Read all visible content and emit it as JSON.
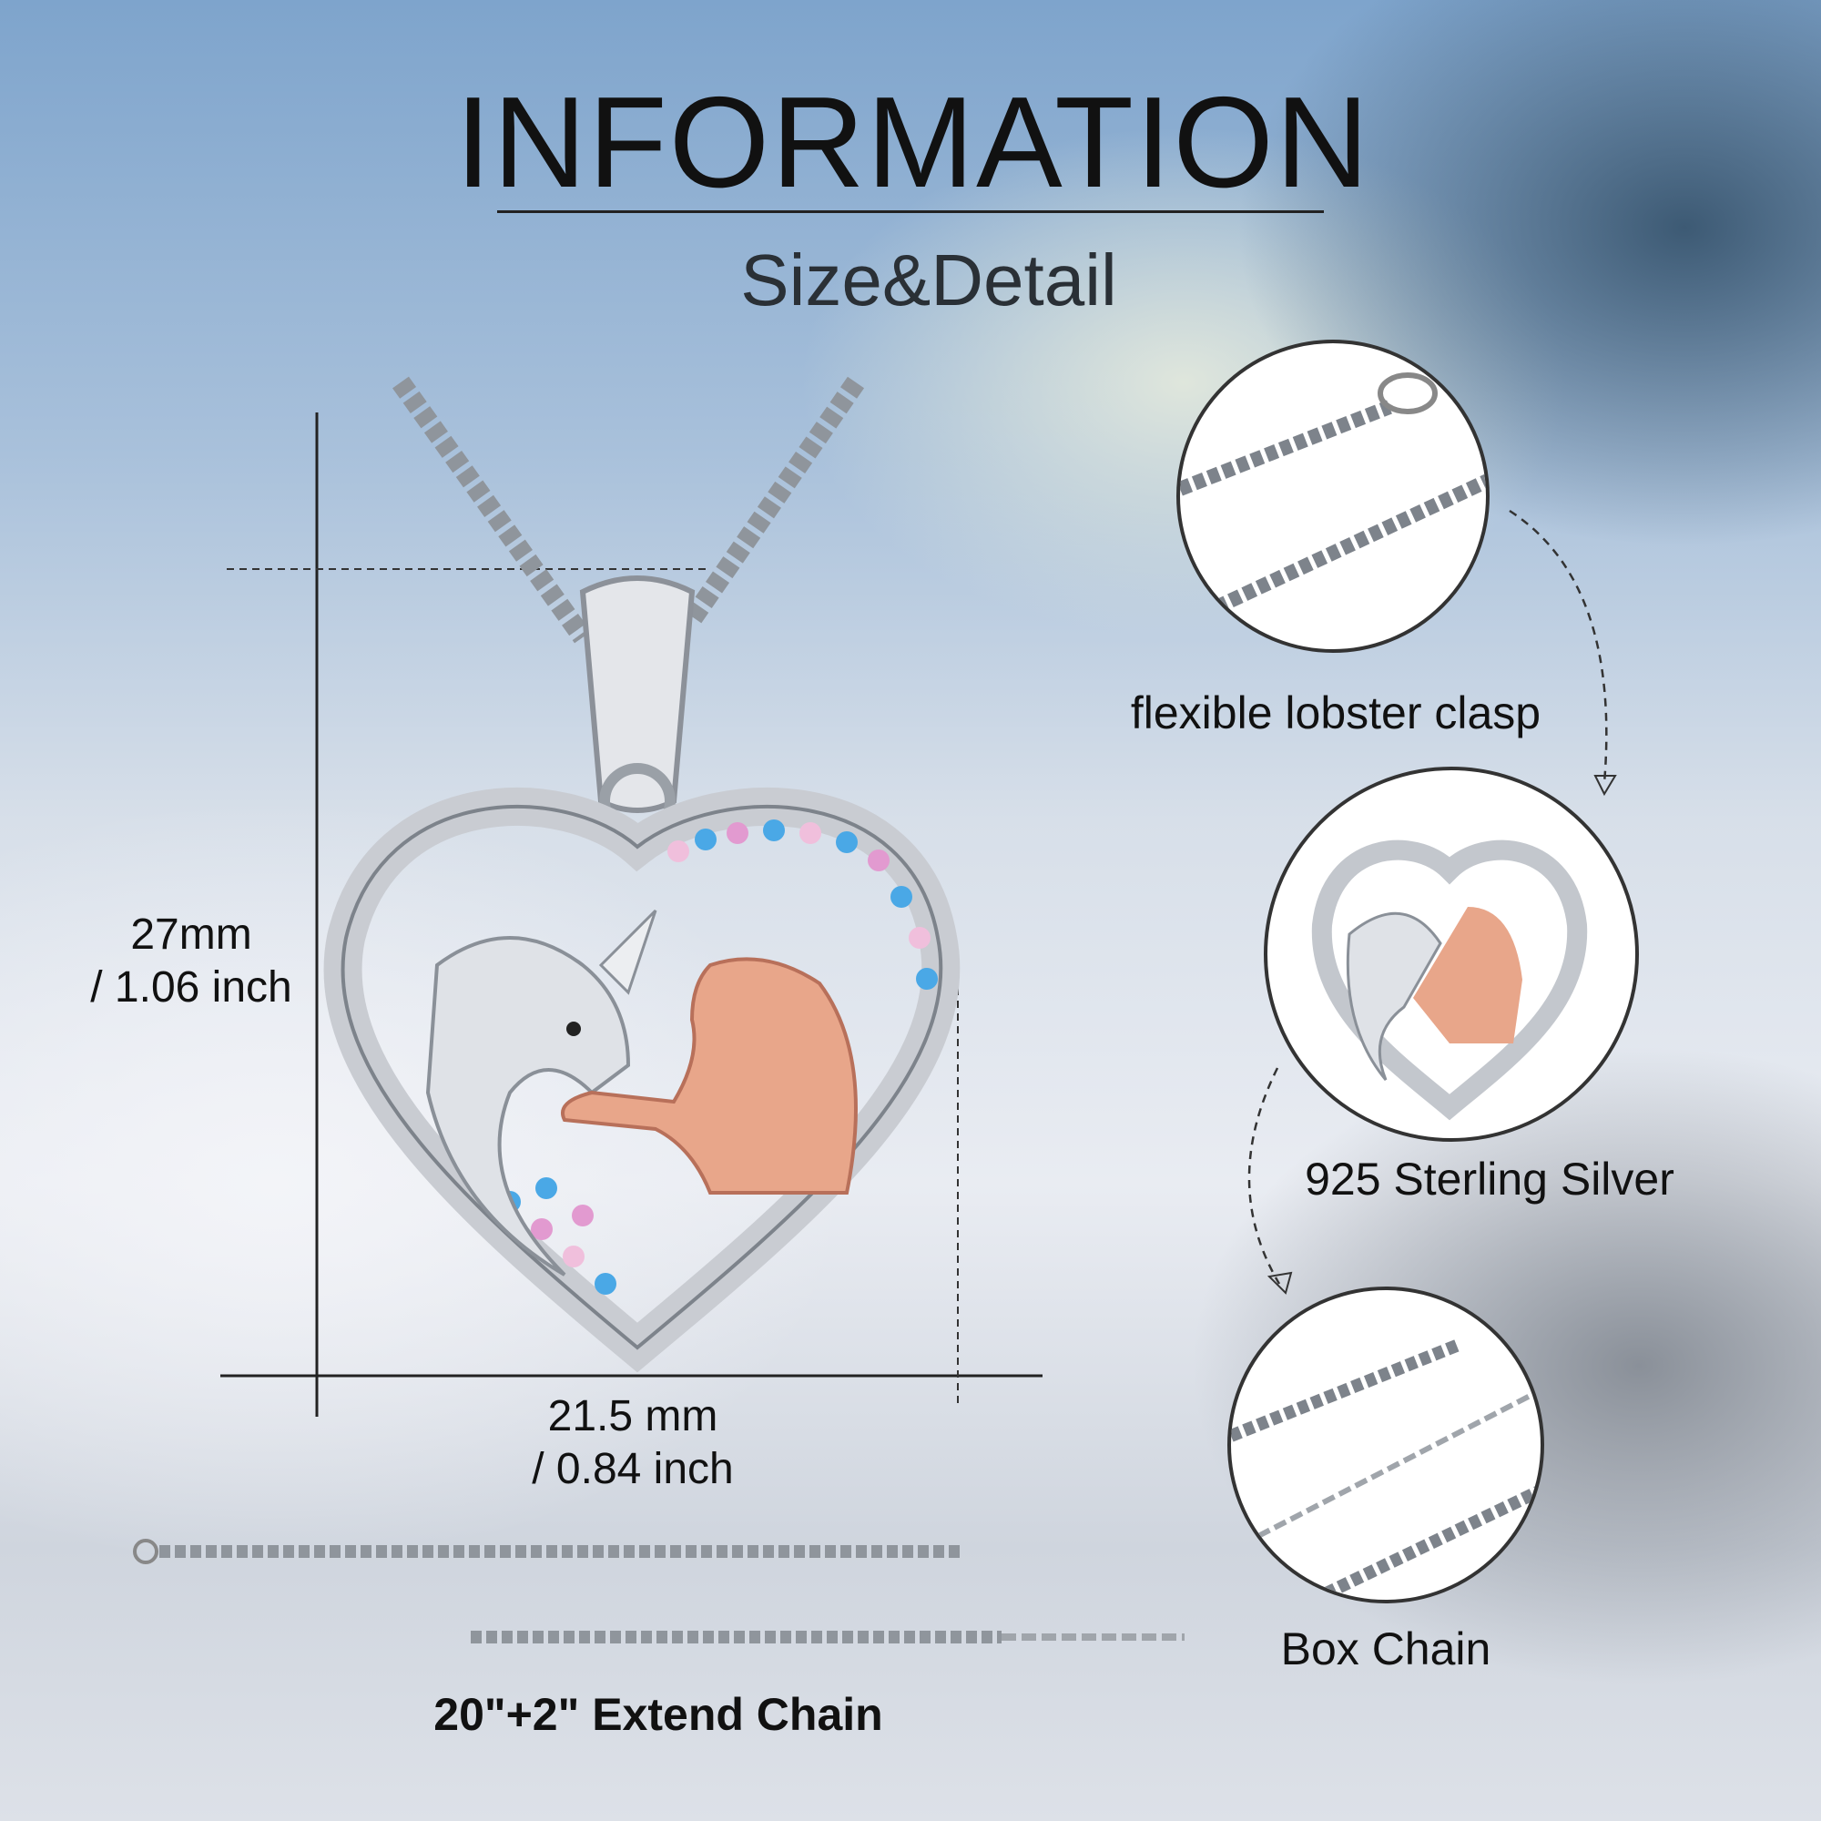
{
  "header": {
    "title": "INFORMATION",
    "subtitle": "Size&Detail"
  },
  "dimensions": {
    "height_mm": "27mm",
    "height_inch": "/ 1.06 inch",
    "width_mm": "21.5 mm",
    "width_inch": "/ 0.84 inch"
  },
  "chain_label": "20\"+2\" Extend Chain",
  "details": [
    {
      "label": "flexible lobster clasp",
      "icon": "lobster-clasp-closeup"
    },
    {
      "label": "925 Sterling Silver",
      "icon": "pendant-closeup"
    },
    {
      "label": "Box Chain",
      "icon": "box-chain-closeup"
    }
  ],
  "colors": {
    "silver": "#c9ccd2",
    "rose_gold": "#e8a68a",
    "stone_blue": "#4aa8e6",
    "stone_pink": "#e29ad0"
  }
}
